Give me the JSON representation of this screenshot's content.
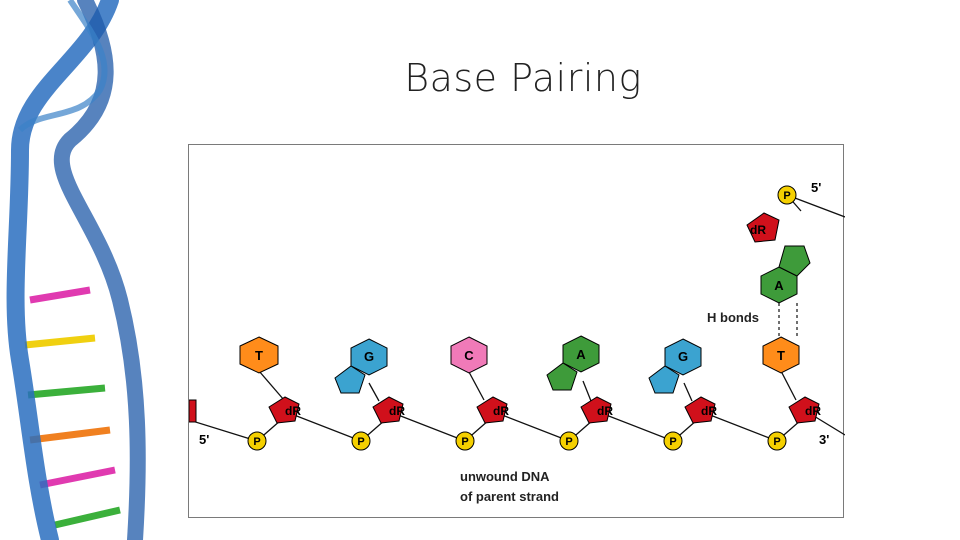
{
  "slide": {
    "title": "Base Pairing"
  },
  "diagram": {
    "colors": {
      "T": "#ff8c1a",
      "G": "#3ba3d0",
      "C": "#f07ab8",
      "A": "#3e9b3a",
      "sugar": "#d0101b",
      "phosphate": "#f5d000",
      "background_helix": "#2a6fc0"
    },
    "parent_strand": {
      "five_prime_label": "5'",
      "three_prime_label": "3'",
      "sugar_label": "dR",
      "phosphate_label": "P",
      "bases": [
        "T",
        "G",
        "C",
        "A",
        "G",
        "T"
      ]
    },
    "new_strand": {
      "five_prime_label": "5'",
      "sugar_label": "dR",
      "phosphate_label": "P",
      "base": "A"
    },
    "annotations": {
      "h_bonds": "H bonds",
      "caption_line1": "unwound DNA",
      "caption_line2": "of parent strand"
    }
  }
}
